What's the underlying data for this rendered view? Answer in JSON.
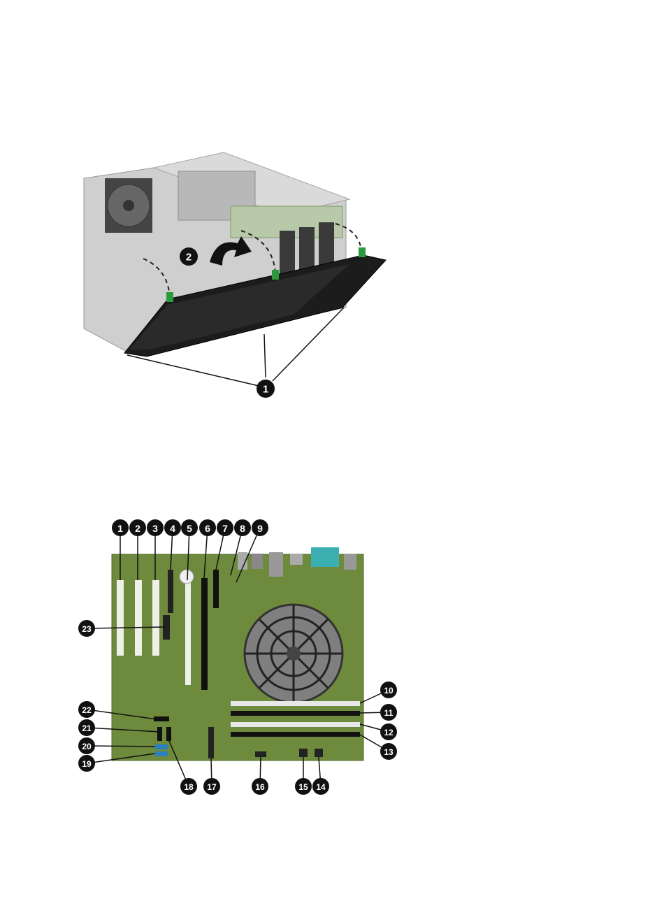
{
  "bezel_figure": {
    "callouts": [
      "1",
      "2"
    ]
  },
  "board_figure": {
    "callouts": [
      "1",
      "2",
      "3",
      "4",
      "5",
      "6",
      "7",
      "8",
      "9",
      "10",
      "11",
      "12",
      "13",
      "14",
      "15",
      "16",
      "17",
      "18",
      "19",
      "20",
      "21",
      "22",
      "23"
    ]
  },
  "colors": {
    "board_green": "#6e8a3c",
    "callout_black": "#111111",
    "dimm_slot_white": "#e8e8e8",
    "pci_slot_white": "#f0f0ea",
    "fan_gray": "#7f7f7f",
    "chassis_gray": "#c9c9c9",
    "bezel_black": "#1c1c1c",
    "latch_green": "#2c9a3a"
  }
}
